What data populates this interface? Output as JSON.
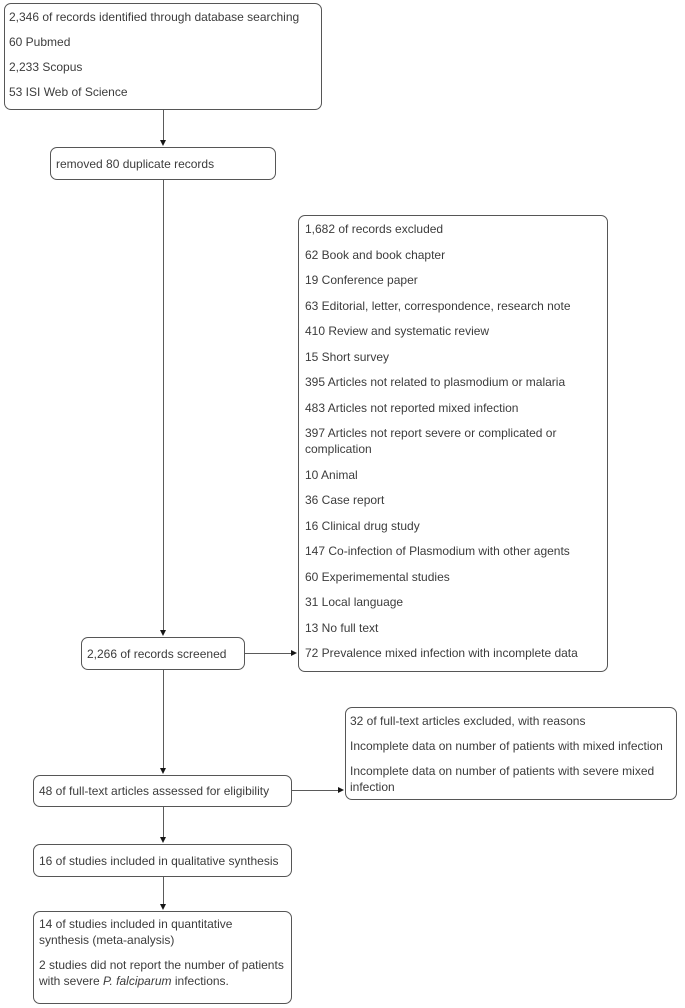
{
  "colors": {
    "box_border": "#565656",
    "text": "#3c3c3c",
    "connector": "#5a5a5a",
    "arrowhead": "#161616",
    "background": "#ffffff"
  },
  "boxes": {
    "identified": {
      "lines": [
        "2,346 of records identified through database searching",
        "60 Pubmed",
        "2,233 Scopus",
        "53 ISI Web of Science"
      ]
    },
    "duplicates_removed": {
      "lines": [
        "removed 80 duplicate records"
      ]
    },
    "records_excluded": {
      "lines": [
        "1,682 of records excluded",
        "62 Book and book chapter",
        "19 Conference paper",
        "63 Editorial, letter, correspondence, research note",
        "410 Review and systematic review",
        "15 Short survey",
        "395 Articles not related to plasmodium or malaria",
        "483 Articles not reported mixed infection",
        "397 Articles not report severe or complicated or complication",
        "10 Animal",
        "36 Case report",
        "16 Clinical drug study",
        "147 Co-infection of Plasmodium with other agents",
        "60 Experimemental studies",
        "31 Local language",
        "13 No full text",
        "72 Prevalence mixed infection with incomplete data"
      ]
    },
    "screened": {
      "lines": [
        "2,266 of records screened"
      ]
    },
    "fulltext_assessed": {
      "lines": [
        "48 of full-text articles assessed for eligibility"
      ]
    },
    "fulltext_excluded": {
      "lines": [
        "32 of full-text articles excluded, with reasons",
        "Incomplete data on number of patients with mixed infection",
        "Incomplete data on number of patients with severe mixed infection"
      ]
    },
    "qualitative": {
      "lines": [
        "16 of studies included in qualitative synthesis"
      ]
    },
    "quantitative": {
      "line1": "14 of studies included in quantitative synthesis (meta-analysis)",
      "line2_prefix": "2 studies did not report the number of patients with severe ",
      "line2_species": "P. falciparum",
      "line2_suffix": " infections."
    }
  }
}
